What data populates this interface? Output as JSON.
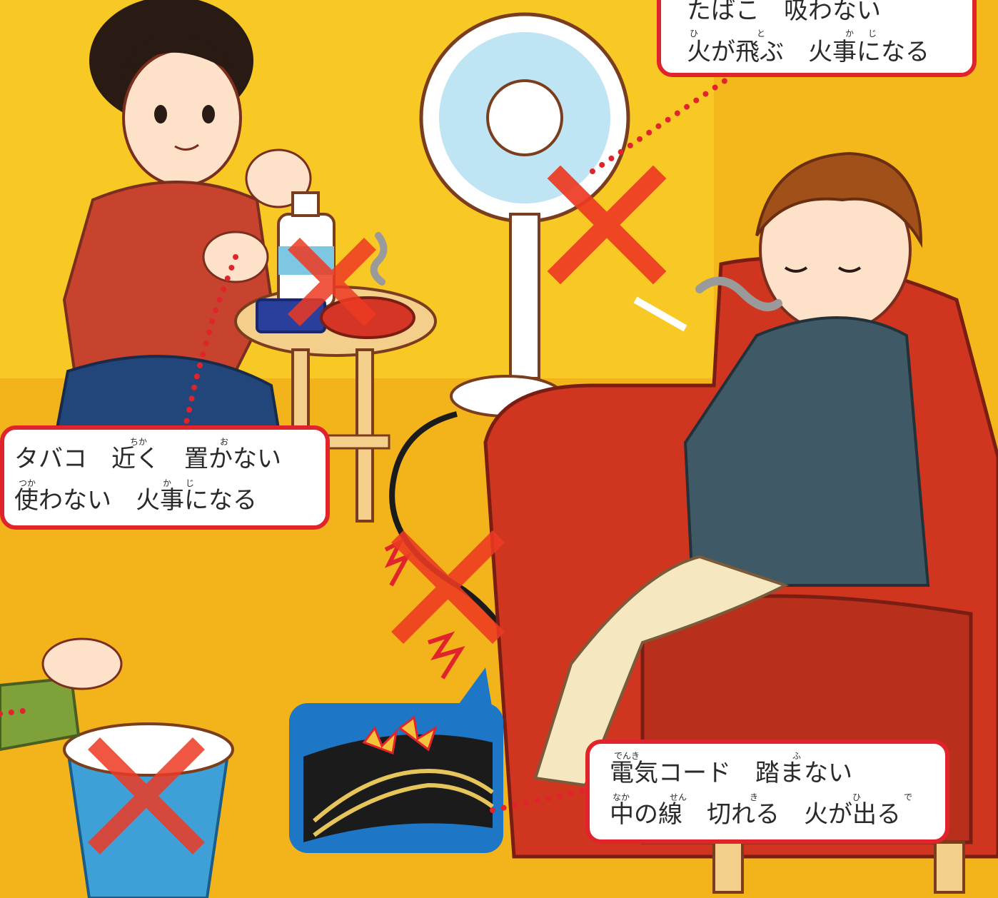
{
  "colors": {
    "background": "#f7c21a",
    "floor": "#f3b31a",
    "callout_border": "#e1242b",
    "prohibit_x": "#ee3a23",
    "sofa": "#d0361f",
    "sweater": "#3f5a66",
    "woman_top": "#c7432d",
    "fan_blade": "#bfe4f3",
    "zoom_panel": "#1d77c6"
  },
  "callouts": {
    "tobacco": {
      "line1": "たばこ　吸わない",
      "line2_ruby": [
        "ひ",
        "と",
        "か",
        "じ"
      ],
      "line2": "火が飛ぶ　火事になる"
    },
    "medicine": {
      "line1_ruby": [
        "ちか",
        "お"
      ],
      "line1": "タバコ　近く　置かない",
      "line2_ruby": [
        "つか",
        "か",
        "じ"
      ],
      "line2": "使わない　火事になる"
    },
    "cord": {
      "line1_ruby": [
        "でんき",
        "ふ"
      ],
      "line1": "電気コード　踏まない",
      "line2_ruby": [
        "なか",
        "せん",
        "き",
        "ひ",
        "で"
      ],
      "line2": "中の線　切れる　火が出る"
    }
  },
  "icons": {
    "prohibit": "prohibit-x-icon",
    "spark": "spark-icon",
    "smoke": "smoke-icon"
  }
}
